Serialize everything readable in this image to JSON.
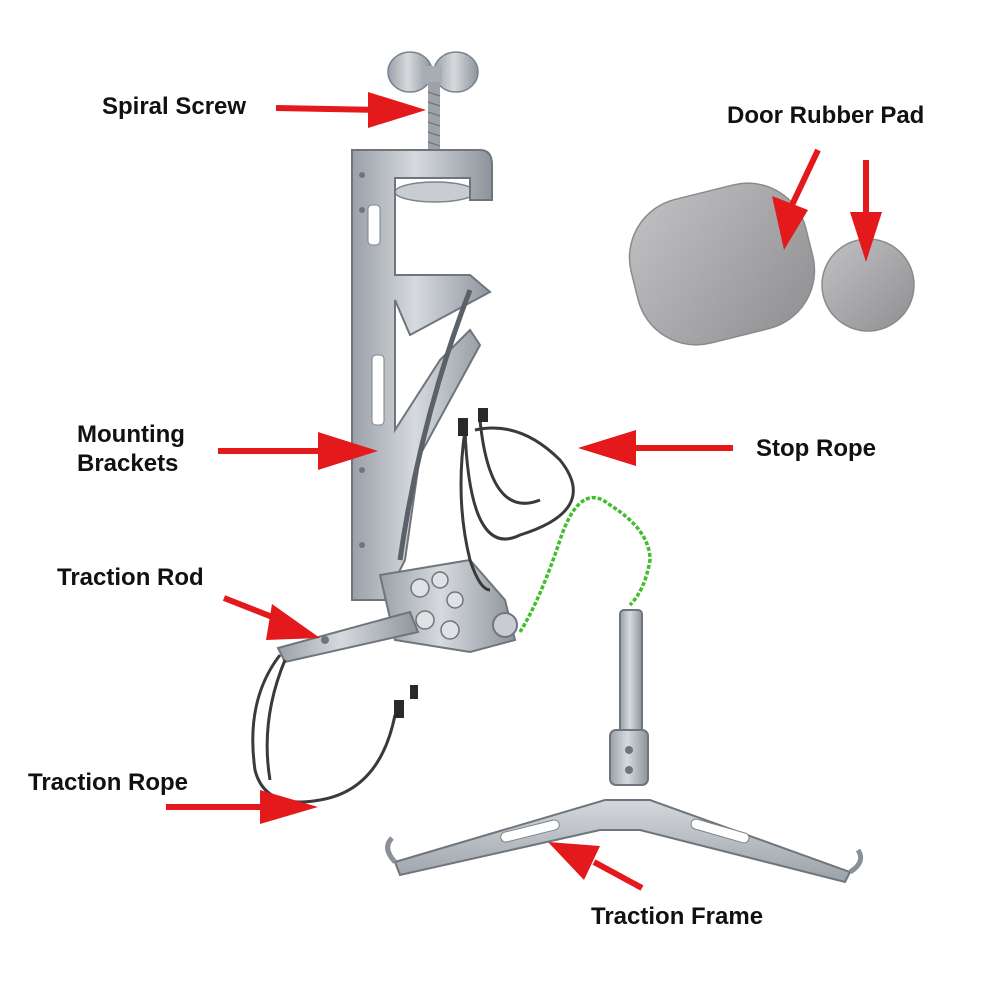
{
  "labels": {
    "spiral_screw": "Spiral Screw",
    "door_rubber_pad": "Door Rubber Pad",
    "mounting_brackets_line1": "Mounting",
    "mounting_brackets_line2": "Brackets",
    "stop_rope": "Stop Rope",
    "traction_rod": "Traction Rod",
    "traction_rope": "Traction Rope",
    "traction_frame": "Traction Frame"
  },
  "colors": {
    "arrow": "#e3191b",
    "metal": "#b7bcc2",
    "metal_dark": "#7d838a",
    "rubber_pad": "#a9a9ab",
    "rope_dark": "#3a3a3c",
    "rope_green": "#3fbf2a"
  }
}
